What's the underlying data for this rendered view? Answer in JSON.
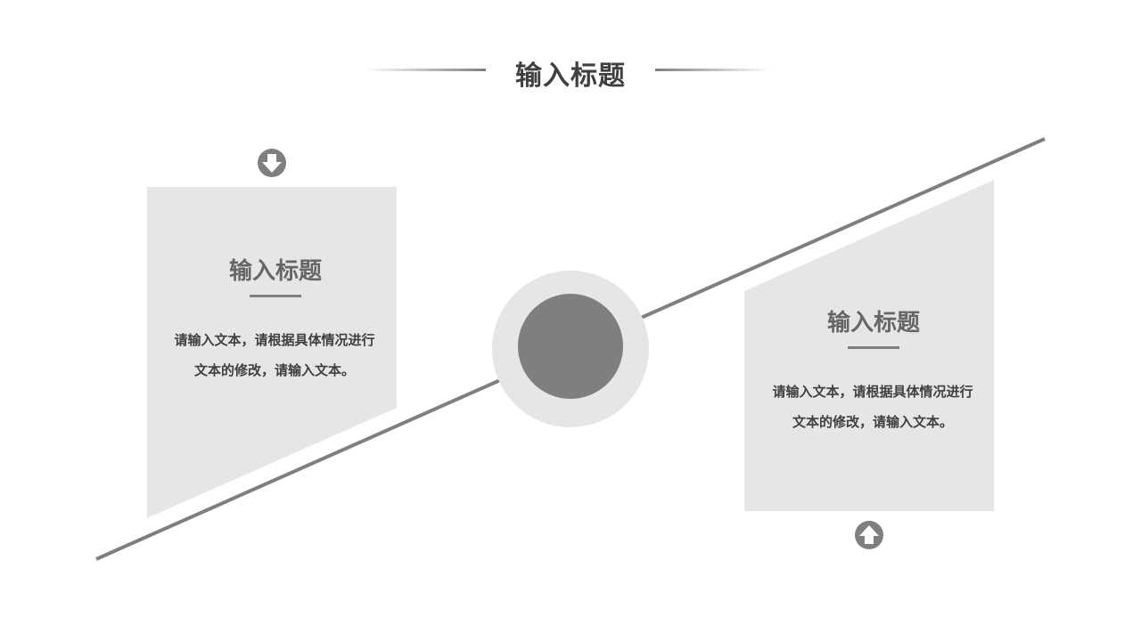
{
  "slide": {
    "title": "输入标题",
    "left_card": {
      "title": "输入标题",
      "body": "请输入文本，请根据具体情况进行文本的修改，请输入文本。",
      "icon": "arrow-down-circle-icon"
    },
    "right_card": {
      "title": "输入标题",
      "body": "请输入文本，请根据具体情况进行文本的修改，请输入文本。",
      "icon": "arrow-up-circle-icon"
    },
    "colors": {
      "panel": "#e6e6e6",
      "accent": "#7f7f7f",
      "text": "#404040"
    }
  }
}
